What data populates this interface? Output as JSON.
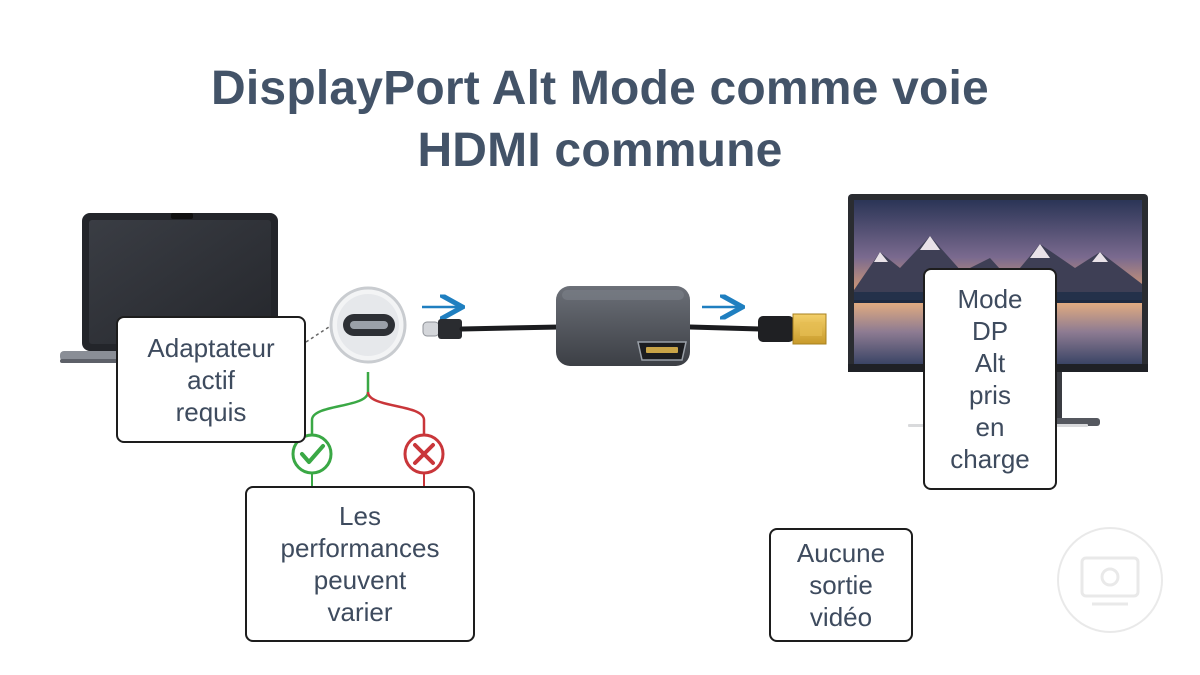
{
  "title": {
    "line1": "DisplayPort Alt Mode comme voie",
    "line2": "HDMI commune"
  },
  "callouts": {
    "adapter": {
      "lines": [
        "Adaptateur",
        "actif",
        "requis"
      ]
    },
    "performance": {
      "lines": [
        "Les",
        "performances",
        "peuvent",
        "varier"
      ]
    },
    "no_output": {
      "lines": [
        "Aucune",
        "sortie",
        "vidéo"
      ]
    },
    "dp_alt": {
      "lines": [
        "Mode",
        "DP",
        "Alt",
        "pris",
        "en",
        "charge"
      ]
    }
  },
  "icons": {
    "laptop": "laptop-icon",
    "usb_c_port": "usb-c-port-icon",
    "usb_c_plug": "usb-c-plug-icon",
    "adapter": "hdmi-adapter-icon",
    "hdmi_plug": "hdmi-plug-icon",
    "monitor": "monitor-icon",
    "check": "check-circle-icon",
    "cross": "cross-circle-icon",
    "arrow": "arrow-right-icon",
    "watermark": "watermark-logo-icon"
  },
  "colors": {
    "title": "#435368",
    "text": "#3e4b5e",
    "arrow": "#1f7fc0",
    "success": "#3aa845",
    "error": "#c9363a"
  }
}
